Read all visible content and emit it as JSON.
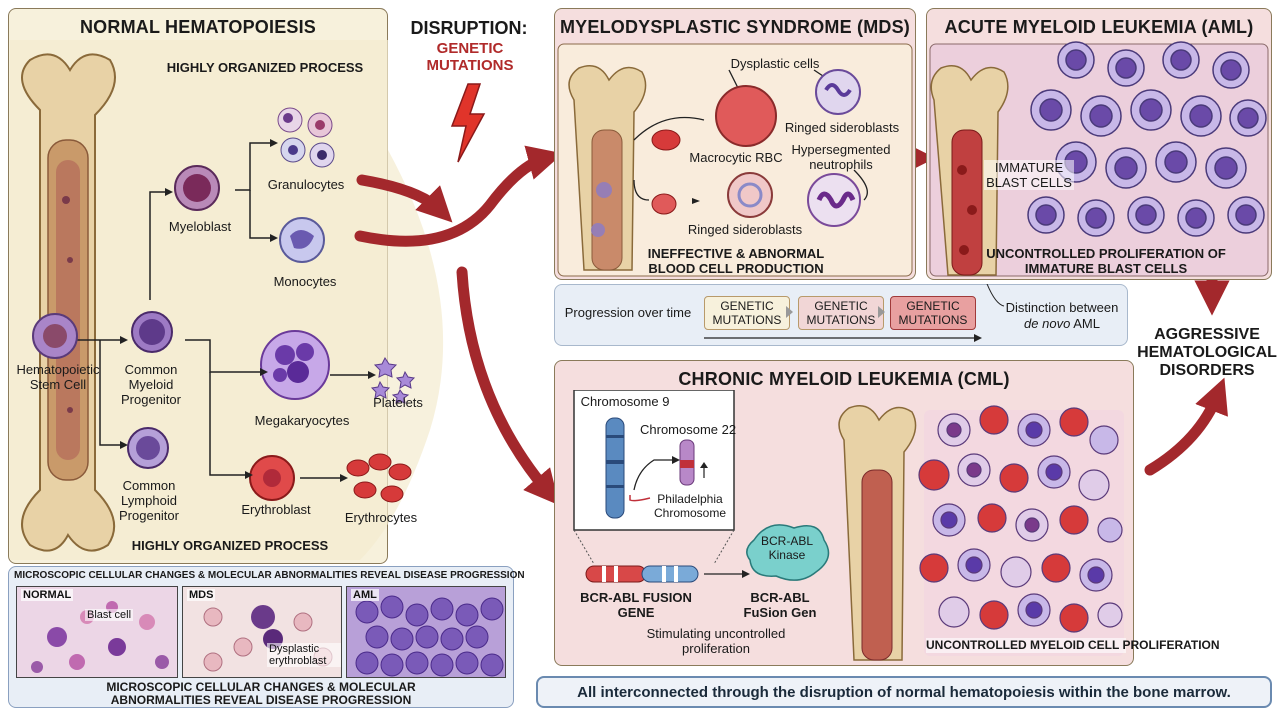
{
  "normal": {
    "title": "NORMAL HEMATOPOIESIS",
    "subtitle_top": "HIGHLY ORGANIZED PROCESS",
    "subtitle_bottom": "HIGHLY ORGANIZED PROCESS",
    "cells": {
      "stem": "Hematopoietic Stem Cell",
      "myeloid_prog": "Common Myeloid Progenitor",
      "lymphoid_prog": "Common Lymphoid Progenitor",
      "myeloblast": "Myeloblast",
      "granulocytes": "Granulocytes",
      "monocytes": "Monocytes",
      "megakaryocytes": "Megakaryocytes",
      "platelets": "Platelets",
      "erythroblast": "Erythroblast",
      "erythrocytes": "Erythrocytes"
    }
  },
  "disruption": {
    "title": "DISRUPTION:",
    "subtitle": "GENETIC MUTATIONS"
  },
  "mds": {
    "title": "MYELODYSPLASTIC SYNDROME (MDS)",
    "labels": {
      "dysplastic": "Dysplastic cells",
      "ringed_top": "Ringed sideroblasts",
      "macrocytic": "Macrocytic RBC",
      "hyperseg": "Hypersegmented neutrophils",
      "ringed_bottom": "Ringed sideroblasts"
    },
    "footer": "INEFFECTIVE & ABNORMAL BLOOD CELL PRODUCTION"
  },
  "aml": {
    "title": "ACUTE MYELOID LEUKEMIA (AML)",
    "immature": "IMMATURE BLAST CELLS",
    "footer": "UNCONTROLLED PROLIFERATION OF IMMATURE BLAST CELLS"
  },
  "progression": {
    "label": "Progression over time",
    "steps": [
      "GENETIC MUTATIONS",
      "GENETIC MUTATIONS",
      "GENETIC MUTATIONS"
    ],
    "distinction": "Distinction between",
    "distinction_em": "de novo",
    "distinction_end": "AML"
  },
  "aggressive": "AGGRESSIVE HEMATOLOGICAL DISORDERS",
  "cml": {
    "title": "CHRONIC MYELOID LEUKEMIA (CML)",
    "chr9": "Chromosome 9",
    "chr22": "Chromosome 22",
    "philadelphia": "Philadelphia Chromosome",
    "kinase": "BCR-ABL Kinase",
    "fusion_gene": "BCR-ABL FUSION GENE",
    "fusion_gen": "BCR-ABL FuSion Gen",
    "stimulating": "Stimulating uncontrolled proliferation",
    "footer": "UNCONTROLLED MYELOID CELL PROLIFERATION"
  },
  "micro": {
    "title": "MICROSCOPIC CELLULAR CHANGES & MOLECULAR ABNORMALITIES REVEAL DISEASE PROGRESSION",
    "footer": "MICROSCOPIC CELLULAR CHANGES & MOLECULAR ABNORMALITIES REVEAL DISEASE PROGRESSION",
    "normal_tag": "NORMAL",
    "normal_note": "Blast cell",
    "mds_tag": "MDS",
    "mds_note": "Dysplastic erythroblast",
    "aml_tag": "AML"
  },
  "bottom_banner": "All interconnected through the disruption of normal hematopoiesis within the bone marrow.",
  "colors": {
    "panel_cream": "#f7f1dc",
    "panel_pink": "#f5dede",
    "panel_blue": "#e8eef6",
    "arrow_red": "#a3282c",
    "cell_purple": "#7b4fa8",
    "rbc_red": "#c8343a",
    "bone": "#e8d2a6"
  }
}
